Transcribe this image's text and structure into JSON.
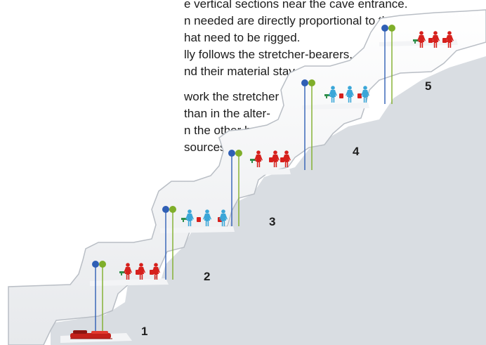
{
  "text_lines": [
    "e vertical sections near the cave entrance.",
    "n needed are directly proportional to the",
    "hat need to be rigged.",
    "lly follows the stretcher-bearers,",
    "nd their material stay down-",
    "work the stretcher",
    "than in the alter-",
    "n the other hand",
    "sources - both"
  ],
  "step_labels": [
    "1",
    "2",
    "3",
    "4",
    "5"
  ],
  "colors": {
    "rock_fill": "#ffffff",
    "rock_shadow": "#c9cdd2",
    "rope_blue": "#2f5fb5",
    "rope_green": "#7fae2a",
    "team_red": "#d6201c",
    "team_cyan": "#3aa6d8",
    "stretcher_red": "#c2201a"
  }
}
